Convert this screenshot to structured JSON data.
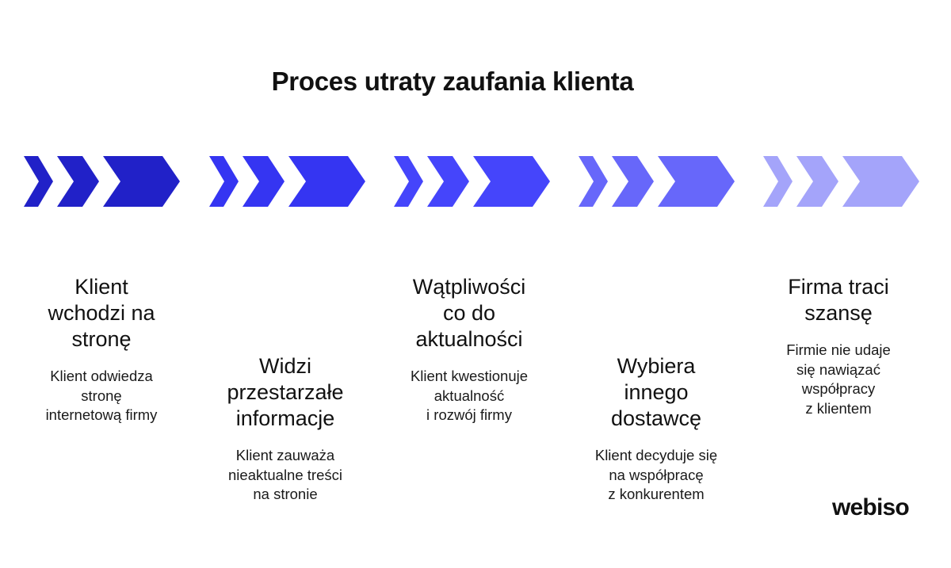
{
  "title": "Proces utraty zaufania klienta",
  "steps": [
    {
      "title_lines": [
        "Klient",
        "wchodzi na",
        "stronę"
      ],
      "desc_lines": [
        "Klient odwiedza",
        "stronę",
        "internetową firmy"
      ],
      "color": "#2121c8"
    },
    {
      "title_lines": [
        "Widzi",
        "przestarzałe",
        "informacje"
      ],
      "desc_lines": [
        "Klient zauważa",
        "nieaktualne treści",
        "na stronie"
      ],
      "color": "#3535f2"
    },
    {
      "title_lines": [
        "Wątpliwości",
        "co do",
        "aktualności"
      ],
      "desc_lines": [
        "Klient kwestionuje",
        "aktualność",
        "i rozwój firmy"
      ],
      "color": "#4545fb"
    },
    {
      "title_lines": [
        "Wybiera",
        "innego",
        "dostawcę"
      ],
      "desc_lines": [
        "Klient decyduje się",
        "na współpracę",
        "z konkurentem"
      ],
      "color": "#6767fa"
    },
    {
      "title_lines": [
        "Firma traci",
        "szansę"
      ],
      "desc_lines": [
        "Firmie nie udaje",
        "się nawiązać",
        "współpracy",
        "z klientem"
      ],
      "color": "#a4a4fa"
    }
  ],
  "logo": "webiso"
}
